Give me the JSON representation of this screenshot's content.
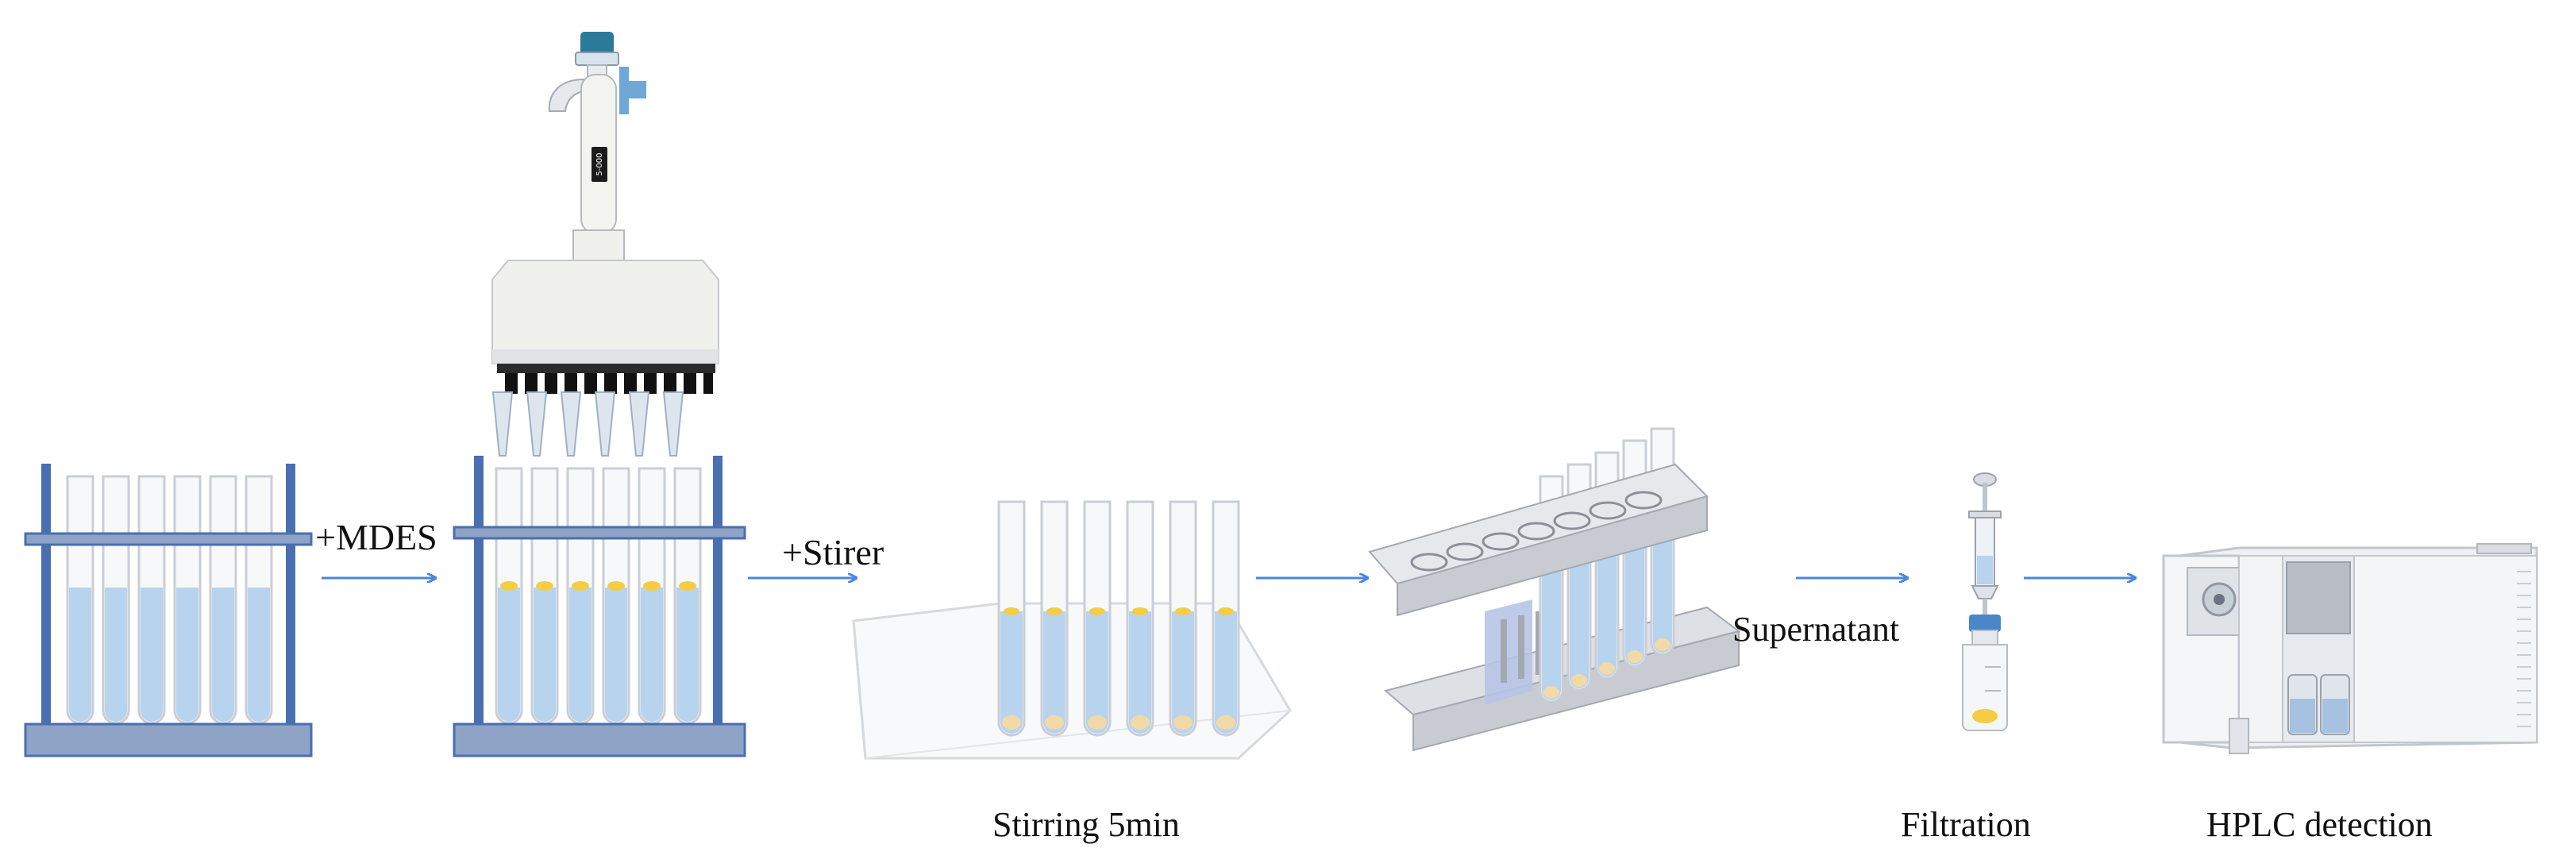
{
  "steps": {
    "add_mdes": "+MDES",
    "add_stirer": "+Stirer",
    "stirring": "Stirring 5min",
    "supernatant": "Supernatant",
    "filtration": "Filtration",
    "hplc": "HPLC detection"
  },
  "pipette_display": "5-000",
  "colors": {
    "arrow": "#4a86e0",
    "rack": "#4a6fb0",
    "liquid": "#b8d3ee",
    "sediment": "#f2d9a8",
    "mdes_drop": "#f4cd45",
    "instrument": "#eef0f3"
  }
}
